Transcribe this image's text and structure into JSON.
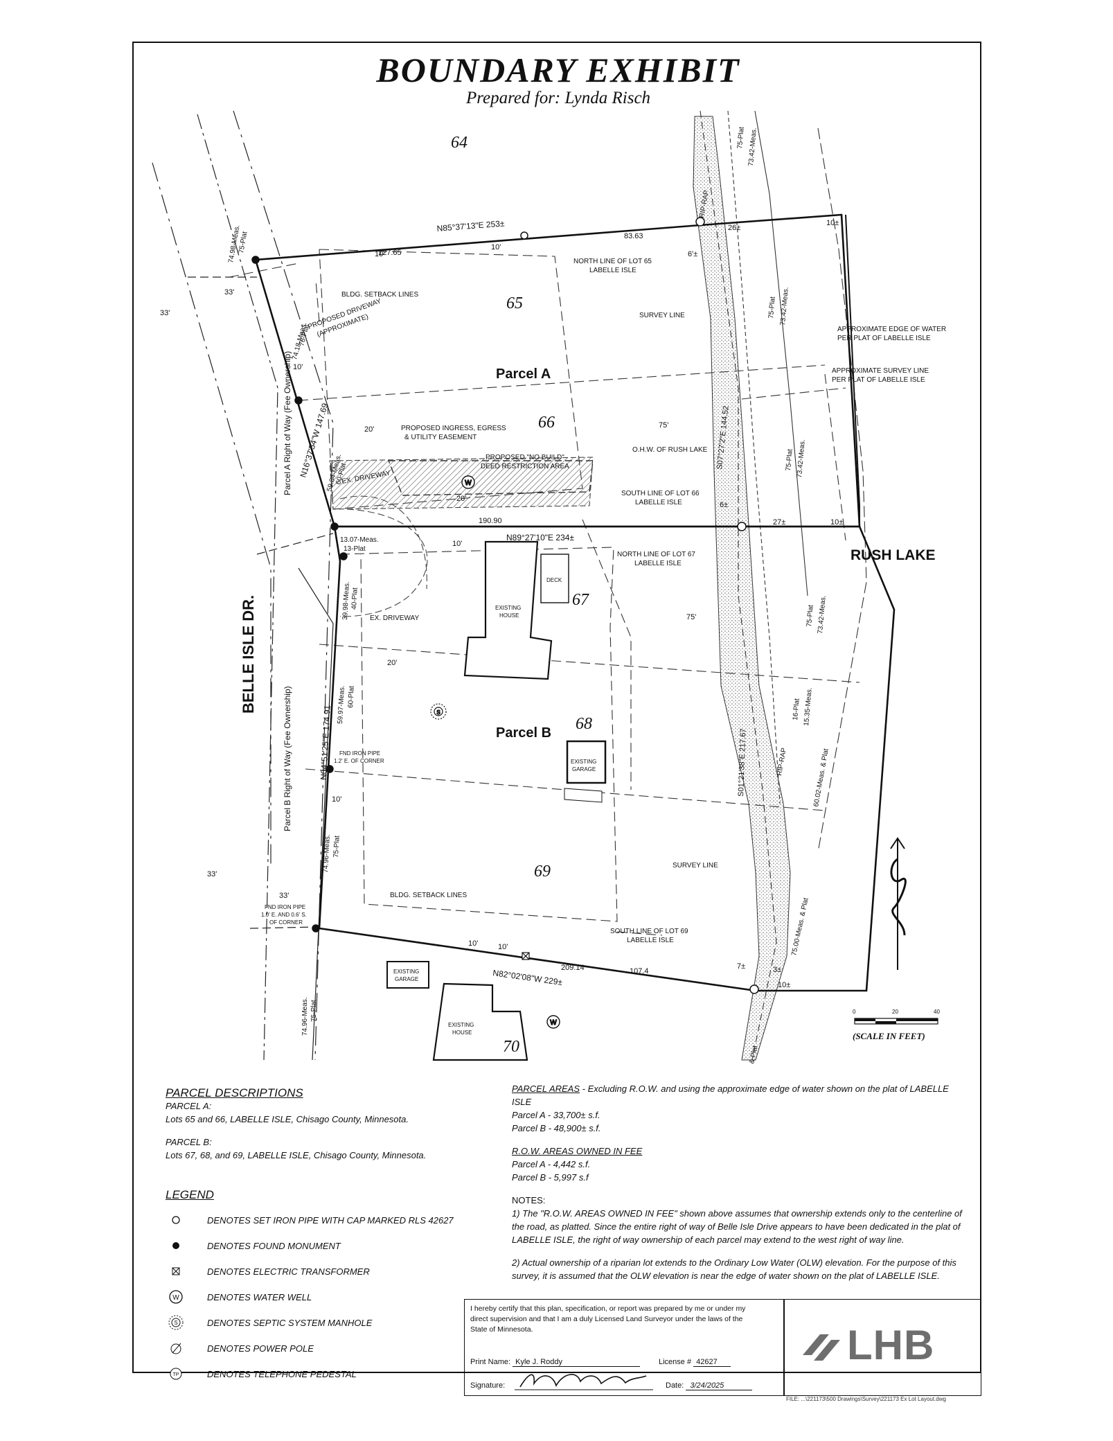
{
  "header": {
    "title": "BOUNDARY EXHIBIT",
    "subtitle": "Prepared for: Lynda Risch"
  },
  "map": {
    "lot_numbers": [
      "64",
      "65",
      "66",
      "67",
      "68",
      "69",
      "70"
    ],
    "parcel_a": "Parcel A",
    "parcel_b": "Parcel B",
    "rush_lake": "RUSH LAKE",
    "street": "BELLE ISLE DR.",
    "row_a": "Parcel A Right of Way (Fee Ownership)",
    "row_b": "Parcel B Right of Way (Fee Ownership)",
    "bearings": {
      "north_a": "N85°37'13\"E 253±",
      "west_a": "N16°37'54\"W 147.69",
      "mid": "N89°27'10\"E 234±",
      "west_b": "N04°51'25\"E 174.91",
      "south_b": "N82°02'08\"W 229±",
      "survey_a": "S07°27'2\"E 144.52",
      "survey_b": "S01°21'38\"E 217.67"
    },
    "distances": {
      "d127_65": "127.65",
      "d83_63": "83.63",
      "d190_90": "190.90",
      "d209_14": "209.14",
      "d107_4": "107.4",
      "d26": "26±",
      "d27": "27±",
      "d10a": "10±",
      "d10b": "10±",
      "d10c": "10±",
      "d6a": "6'±",
      "d6b": "6±",
      "d7": "7±",
      "d3": "3±",
      "d33a": "33'",
      "d33b": "33'",
      "d33c": "33'",
      "d33d": "33'",
      "d10f1": "10'",
      "d10f2": "10'",
      "d10f3": "10'",
      "d10f4": "10'",
      "d10f5": "10'",
      "d10f6": "10'",
      "d10f7": "10'",
      "d20a": "20'",
      "d20b": "20'",
      "d20c": "20'",
      "d75a": "75'",
      "d75b": "75'",
      "meas_7498": "74.98-Meas.",
      "plat_75a": "75-Plat",
      "meas_7418": "74.18-Meas.",
      "plat_76": "76-Plat",
      "meas_5984": "59.84-Meas.",
      "plat_60a": "60-Plat",
      "meas_1307": "13.07-Meas.",
      "plat_13": "13-Plat",
      "meas_3998": "39.98-Meas.",
      "plat_40": "40-Plat",
      "meas_5997": "59.97-Meas.",
      "plat_60b": "60-Plat",
      "meas_7496a": "74.96-Meas.",
      "plat_75b": "75-Plat",
      "meas_7496b": "74.96-Meas.",
      "plat_75c": "75-Plat",
      "plat_75d": "75-Plat",
      "meas_7342a": "73.42-Meas.",
      "plat_75e": "75-Plat",
      "meas_7342b": "73.42-Meas.",
      "plat_75f": "75-Plat",
      "meas_7342c": "73.42-Meas.",
      "plat_75g": "75-Plat",
      "meas_7342d": "73.42-Meas.",
      "plat_16": "16-Plat",
      "meas_1535": "15.35-Meas.",
      "meas_6002": "60.02-Meas. & Plat",
      "meas_7500": "75.00-Meas. & Plat",
      "plat_cut": "& Plat"
    },
    "callouts": {
      "setback_a": "BLDG. SETBACK LINES",
      "setback_b": "BLDG. SETBACK LINES",
      "driveway_prop_1": "PROPOSED DRIVEWAY",
      "driveway_prop_2": "(APPROXIMATE)",
      "ingress_1": "PROPOSED INGRESS, EGRESS",
      "ingress_2": "& UTILITY EASEMENT",
      "nobuild_1": "PROPOSED \"NO BUILD\"",
      "nobuild_2": "DEED RESTRICTION AREA",
      "ex_driveway_a": "EX. DRIVEWAY",
      "ex_driveway_b": "EX. DRIVEWAY",
      "north_65_1": "NORTH LINE OF LOT 65",
      "north_65_2": "LABELLE ISLE",
      "survey_line_a": "SURVEY LINE",
      "survey_line_b": "SURVEY LINE",
      "edge_water_1": "APPROXIMATE EDGE OF WATER",
      "edge_water_2": "PER PLAT OF LABELLE ISLE",
      "approx_survey_1": "APPROXIMATE SURVEY LINE",
      "approx_survey_2": "PER PLAT OF LABELLE ISLE",
      "ohw": "O.H.W. OF RUSH LAKE",
      "south_66_1": "SOUTH LINE OF LOT 66",
      "south_66_2": "LABELLE ISLE",
      "north_67_1": "NORTH LINE OF LOT 67",
      "north_67_2": "LABELLE ISLE",
      "south_69_1": "SOUTH LINE OF LOT 69",
      "south_69_2": "LABELLE ISLE",
      "deck": "DECK",
      "existing_house_1": "EXISTING",
      "existing_house_2": "HOUSE",
      "existing_garage_1": "EXISTING",
      "existing_garage_2": "GARAGE",
      "ex_garage_70_1": "EXISTING",
      "ex_garage_70_2": "GARAGE",
      "ex_house_70_1": "EXISTING",
      "ex_house_70_2": "HOUSE",
      "fnd_pipe_1_1": "FND IRON PIPE",
      "fnd_pipe_1_2": "1.2' E. OF CORNER",
      "fnd_pipe_2_1": "FND IRON PIPE",
      "fnd_pipe_2_2": "1.0' E. AND 0.6' S.",
      "fnd_pipe_2_3": "OF CORNER",
      "riprap_a": "RIP-RAP",
      "riprap_b": "RIP-RAP"
    },
    "scale": {
      "t0": "0",
      "t20": "20",
      "t40": "40",
      "label": "(SCALE IN FEET)"
    }
  },
  "descriptions": {
    "heading": "PARCEL DESCRIPTIONS",
    "a_label": "PARCEL A:",
    "a_text": "Lots 65 and 66, LABELLE ISLE, Chisago County, Minnesota.",
    "b_label": "PARCEL B:",
    "b_text": "Lots 67, 68, and 69, LABELLE ISLE, Chisago County, Minnesota."
  },
  "areas": {
    "heading": "PARCEL AREAS",
    "heading_rest": " - Excluding R.O.W. and using the approximate edge of water shown on the plat of LABELLE ISLE",
    "a": "Parcel A - 33,700± s.f.",
    "b": "Parcel B - 48,900± s.f.",
    "row_heading": "R.O.W. AREAS OWNED IN FEE",
    "row_a": "Parcel A - 4,442 s.f.",
    "row_b": "Parcel B - 5,997 s.f"
  },
  "notes": {
    "heading": "NOTES:",
    "n1_l1": "1) The \"R.O.W. AREAS OWNED IN FEE\" shown above assumes that ownership extends only to the centerline of",
    "n1_l2": "the road, as platted.  Since the entire right of way of Belle Isle Drive appears to have been dedicated in the plat of",
    "n1_l3": "LABELLE ISLE, the right of way ownership of each parcel may extend to the west right of way line.",
    "n2_l1": "2) Actual ownership of a riparian lot extends to the Ordinary Low Water (OLW) elevation.  For the purpose of this",
    "n2_l2": "survey, it is assumed that the OLW elevation is near the edge of water shown on the plat of LABELLE ISLE."
  },
  "legend": {
    "heading": "LEGEND",
    "items": [
      "DENOTES SET IRON PIPE WITH CAP MARKED RLS 42627",
      "DENOTES FOUND MONUMENT",
      "DENOTES ELECTRIC TRANSFORMER",
      "DENOTES WATER WELL",
      "DENOTES SEPTIC SYSTEM MANHOLE",
      "DENOTES POWER POLE",
      "DENOTES TELEPHONE PEDESTAL"
    ],
    "well_letter": "W",
    "septic_letter": "S",
    "tp_letter": "TP"
  },
  "certification": {
    "l1": "I hereby certify that this plan, specification, or report was prepared by me or under my",
    "l2": "direct supervision and that I am a duly Licensed Land Surveyor under the laws of the",
    "l3": "State of Minnesota.",
    "print_label": "Print Name:",
    "print_name": "Kyle J. Roddy",
    "license_label": "License #",
    "license_no": "42627",
    "signature_label": "Signature:",
    "date_label": "Date:",
    "date": "3/24/2025",
    "logo": "LHB"
  },
  "file_ref": "FILE: ...\\221173\\500 Drawings\\Survey\\221173 Ex Lot Layout.dwg"
}
